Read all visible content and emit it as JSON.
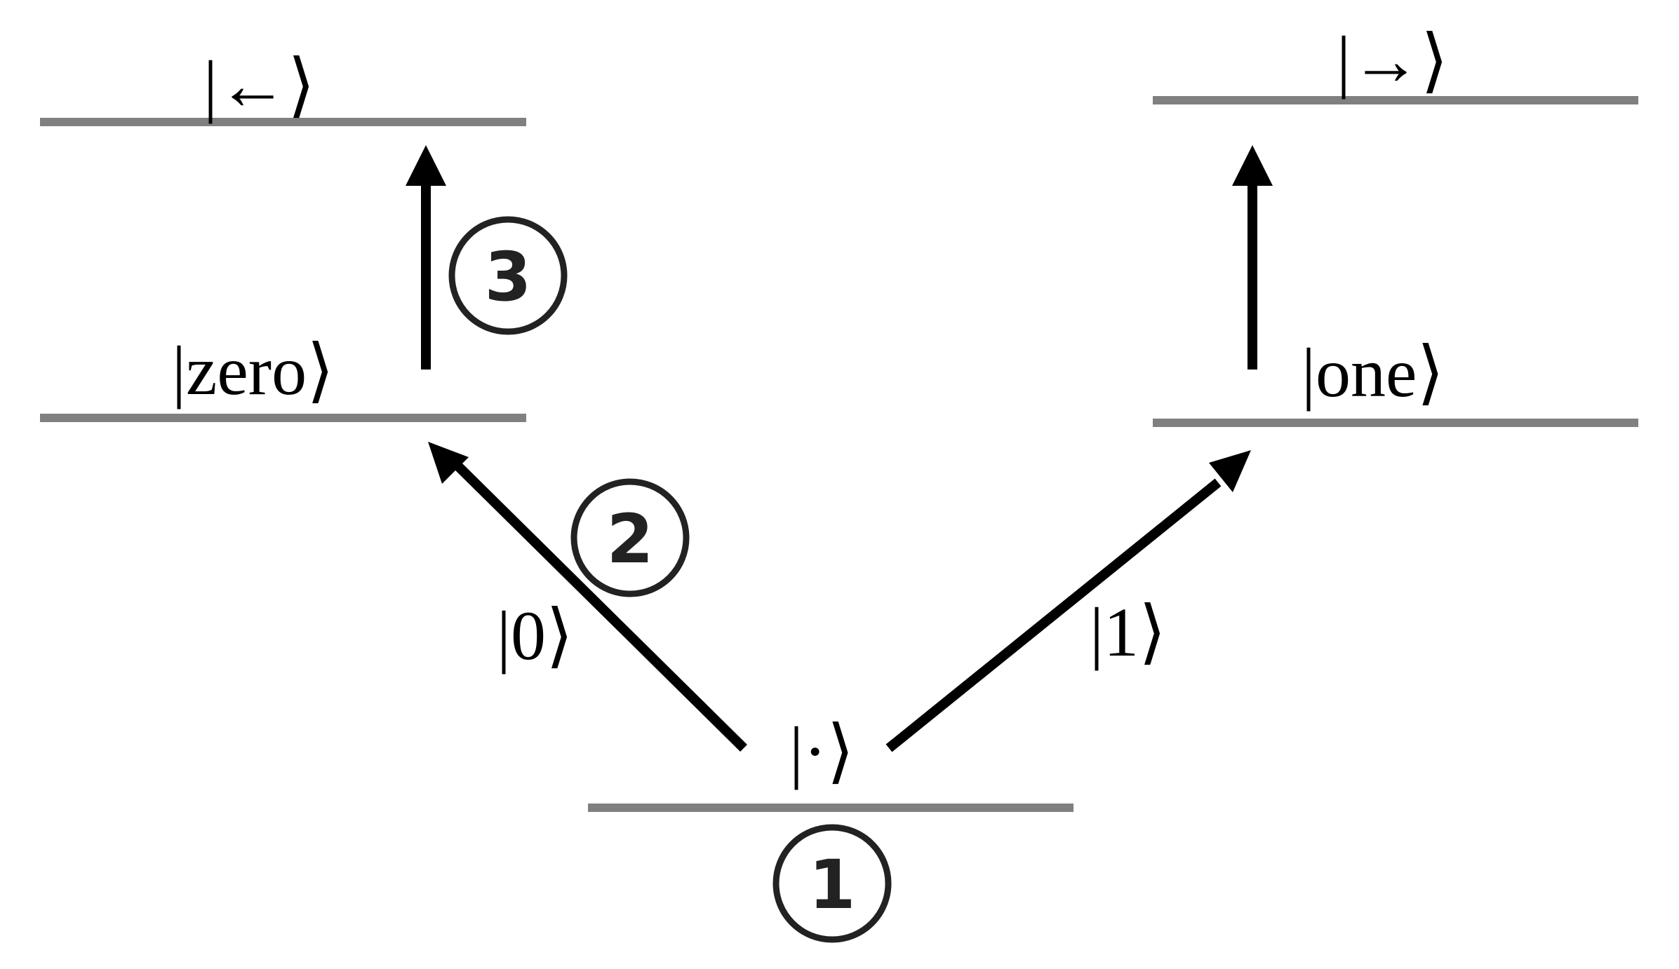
{
  "states": {
    "left_top": "|←⟩",
    "right_top": "|→⟩",
    "zero": "|zero⟩",
    "one": "|one⟩",
    "ground": "|·⟩"
  },
  "transitions": {
    "left": "|0⟩",
    "right": "|1⟩"
  },
  "steps": [
    "1",
    "2",
    "3"
  ],
  "colors": {
    "level": "#808080",
    "arrow": "#000000",
    "circle": "#222222"
  }
}
